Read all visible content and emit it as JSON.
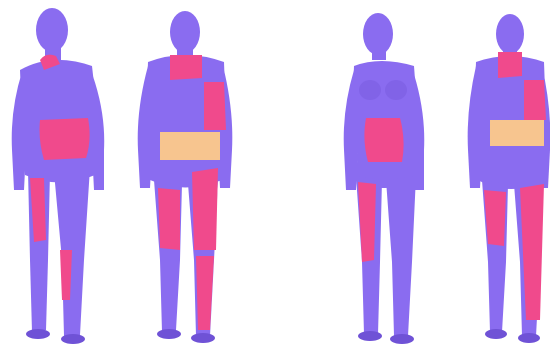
{
  "figures": [
    {
      "id": "male-front",
      "view": "front",
      "body": "male"
    },
    {
      "id": "male-back",
      "view": "back",
      "body": "male"
    },
    {
      "id": "female-front",
      "view": "front",
      "body": "female"
    },
    {
      "id": "female-back",
      "view": "back",
      "body": "female"
    }
  ],
  "colors": {
    "body": "#8a6cf0",
    "body_shade": "#6f52d6",
    "pink": "#f04a8c",
    "orange": "#f7c58f",
    "background": "#ffffff"
  }
}
